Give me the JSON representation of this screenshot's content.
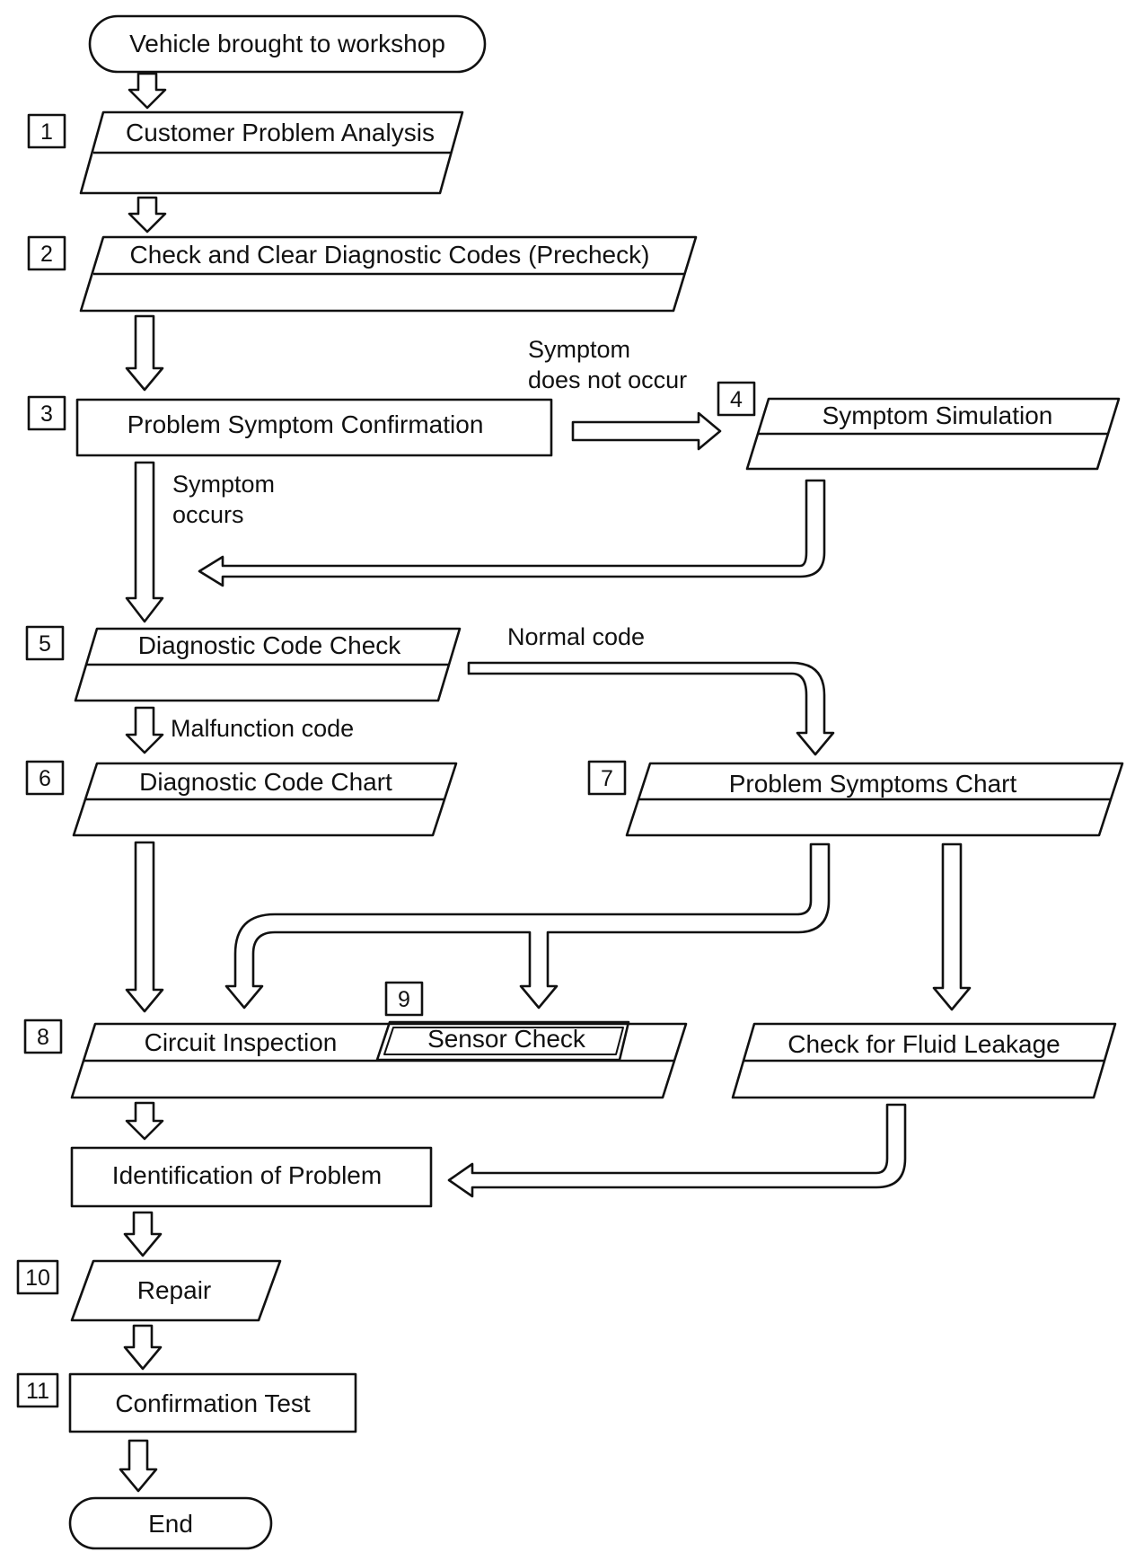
{
  "diagram": {
    "type": "flowchart",
    "nodes": {
      "start": "Vehicle brought to workshop",
      "n1": "Customer Problem Analysis",
      "n2": "Check and Clear Diagnostic Codes (Precheck)",
      "n3": "Problem Symptom Confirmation",
      "n4": "Symptom Simulation",
      "n5": "Diagnostic Code Check",
      "n6": "Diagnostic Code Chart",
      "n7": "Problem Symptoms Chart",
      "n8": "Circuit Inspection",
      "n9": "Sensor Check",
      "leak": "Check for Fluid Leakage",
      "ident": "Identification of Problem",
      "n10": "Repair",
      "n11": "Confirmation Test",
      "end": "End"
    },
    "step_numbers": {
      "s1": "1",
      "s2": "2",
      "s3": "3",
      "s4": "4",
      "s5": "5",
      "s6": "6",
      "s7": "7",
      "s8": "8",
      "s9": "9",
      "s10": "10",
      "s11": "11"
    },
    "edge_labels": {
      "no_symptom_line1": "Symptom",
      "no_symptom_line2": "does not occur",
      "symptom_line1": "Symptom",
      "symptom_line2": "occurs",
      "normal_code": "Normal code",
      "malfunction_code": "Malfunction code"
    },
    "edges": [
      {
        "from": "start",
        "to": "n1"
      },
      {
        "from": "n1",
        "to": "n2"
      },
      {
        "from": "n2",
        "to": "n3"
      },
      {
        "from": "n3",
        "to": "n4",
        "label": "Symptom does not occur"
      },
      {
        "from": "n3",
        "to": "n5",
        "label": "Symptom occurs"
      },
      {
        "from": "n4",
        "to": "n5"
      },
      {
        "from": "n5",
        "to": "n6",
        "label": "Malfunction code"
      },
      {
        "from": "n5",
        "to": "n7",
        "label": "Normal code"
      },
      {
        "from": "n6",
        "to": "n8"
      },
      {
        "from": "n7",
        "to": "n8"
      },
      {
        "from": "n7",
        "to": "n9"
      },
      {
        "from": "n7",
        "to": "leak"
      },
      {
        "from": "n8",
        "to": "ident"
      },
      {
        "from": "leak",
        "to": "ident"
      },
      {
        "from": "ident",
        "to": "n10"
      },
      {
        "from": "n10",
        "to": "n11"
      },
      {
        "from": "n11",
        "to": "end"
      }
    ]
  }
}
